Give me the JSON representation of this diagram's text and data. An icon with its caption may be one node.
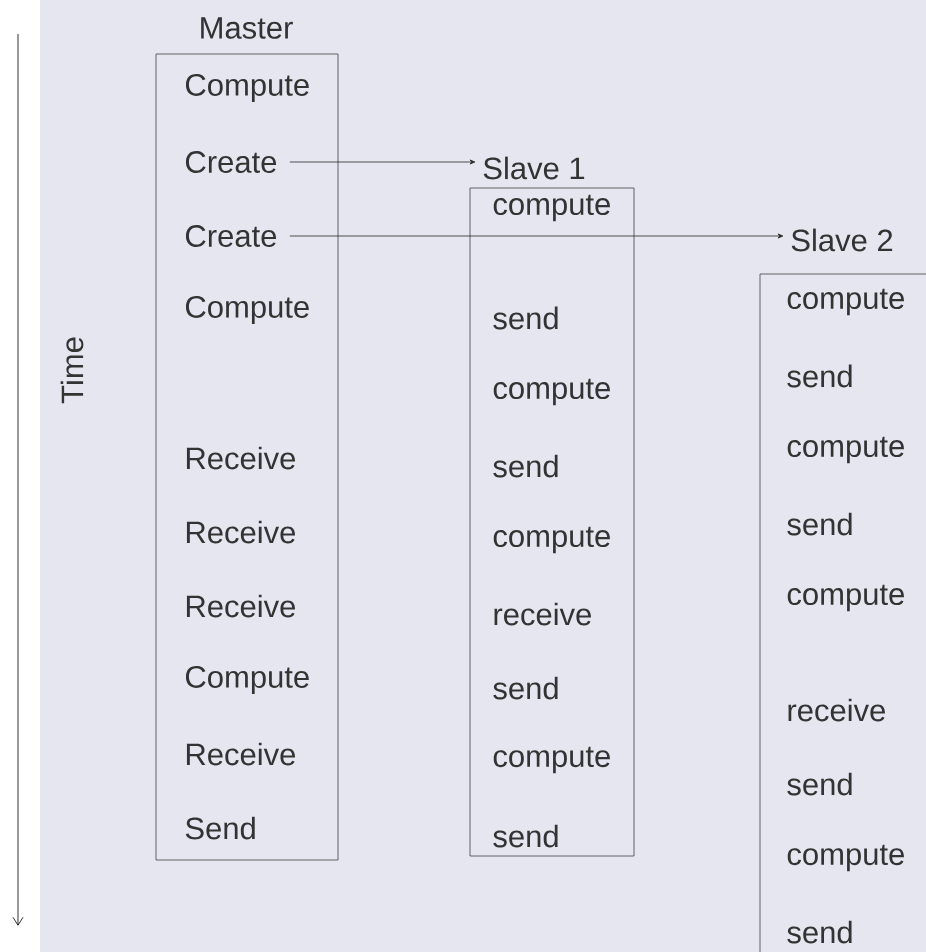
{
  "diagram": {
    "nodes": [
      {
        "text": [
          "Master"
        ]
      },
      {
        "text": [
          "Compute"
        ],
        "in": 0
      },
      {
        "text": [
          "Create"
        ],
        "in": 0
      },
      {
        "text": [
          "Create"
        ],
        "in": 0
      },
      {
        "text": [
          "Compute"
        ],
        "in": 0
      },
      {
        "text": [
          "Receive"
        ],
        "in": 0
      },
      {
        "text": [
          "Receive"
        ],
        "in": 0
      },
      {
        "text": [
          "Receive"
        ],
        "in": 0
      },
      {
        "text": [
          "Compute"
        ],
        "in": 0
      },
      {
        "text": [
          "Receive"
        ],
        "in": 0
      },
      {
        "text": [
          "Send"
        ],
        "in": 0
      },
      {
        "text": [
          "Slave 1"
        ]
      },
      {
        "text": [
          "compute"
        ],
        "in": 11
      },
      {
        "text": [
          "send"
        ],
        "in": 11
      },
      {
        "text": [
          "compute"
        ],
        "in": 11
      },
      {
        "text": [
          "send"
        ],
        "in": 11
      },
      {
        "text": [
          "compute"
        ],
        "in": 11
      },
      {
        "text": [
          "receive"
        ],
        "in": 11
      },
      {
        "text": [
          "send"
        ],
        "in": 11
      },
      {
        "text": [
          "compute"
        ],
        "in": 11
      },
      {
        "text": [
          "send"
        ],
        "in": 11
      },
      {
        "text": [
          "Slave 2"
        ]
      },
      {
        "text": [
          "compute"
        ],
        "in": 21
      },
      {
        "text": [
          "send"
        ],
        "in": 21
      },
      {
        "text": [
          "compute"
        ],
        "in": 21
      },
      {
        "text": [
          "send"
        ],
        "in": 21
      },
      {
        "text": [
          "compute"
        ],
        "in": 21
      },
      {
        "text": [
          "receive"
        ],
        "in": 21
      },
      {
        "text": [
          "send"
        ],
        "in": 21
      },
      {
        "text": [
          "compute"
        ],
        "in": 21
      },
      {
        "text": [
          "send"
        ],
        "in": 21
      }
    ],
    "edges": [
      {
        "from": 2,
        "to": 11,
        "arrow": "to"
      },
      {
        "from": 3,
        "to": 21,
        "arrow": "to"
      }
    ],
    "labels": [
      "Time"
    ]
  }
}
